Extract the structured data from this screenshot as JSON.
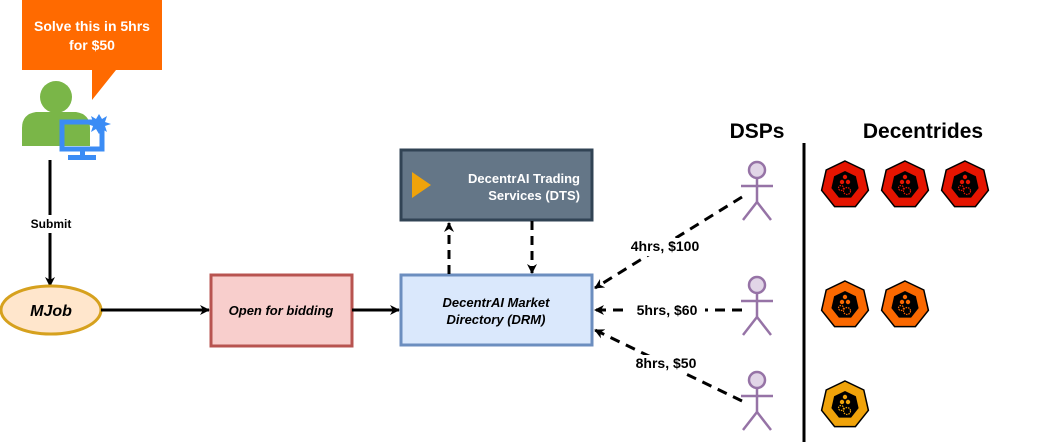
{
  "callout": {
    "line1": "Solve this in 5hrs",
    "line2": "for $50",
    "color": "#ff6a00"
  },
  "user": {
    "icon": "user-with-computer-icon",
    "color": "#7ab648",
    "monitor_color": "#3b8cf5"
  },
  "submit_label": "Submit",
  "mjob": {
    "label": "MJob",
    "fill": "#ffe6cc",
    "stroke": "#d6a11e"
  },
  "bidding": {
    "label": "Open for bidding",
    "fill": "#f8cecc",
    "stroke": "#b85450"
  },
  "dts": {
    "line1": "DecentrAI Trading",
    "line2": "Services (DTS)",
    "fill": "#647687",
    "stroke": "#314354",
    "accent": "#f0a30a"
  },
  "drm": {
    "line1": "DecentrAI Market",
    "line2": "Directory (DRM)",
    "fill": "#dae8fc",
    "stroke": "#6c8ebf"
  },
  "headers": {
    "dsps": "DSPs",
    "decentrides": "Decentrides"
  },
  "bids": [
    {
      "label": "4hrs, $100"
    },
    {
      "label": "5hrs, $60"
    },
    {
      "label": "8hrs, $50"
    }
  ],
  "dsp_color": "#9673a6",
  "decentride_rows": [
    {
      "count": 3,
      "color": "#e51400"
    },
    {
      "count": 2,
      "color": "#fa6800"
    },
    {
      "count": 1,
      "color": "#f0a30a"
    }
  ]
}
